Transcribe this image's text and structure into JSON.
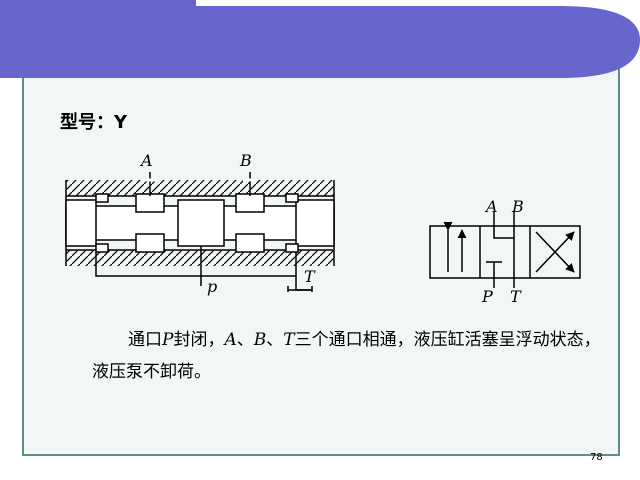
{
  "heading": "型号：Y",
  "valve_labels": {
    "a": "A",
    "b": "B",
    "p": "p",
    "t": "T"
  },
  "symbol_labels": {
    "a": "A",
    "b": "B",
    "p": "P",
    "t": "T"
  },
  "caption": {
    "part1": "通口",
    "p": "P",
    "part2": "封闭，",
    "a": "A",
    "sep1": "、",
    "b": "B",
    "sep2": "、",
    "t": "T",
    "part3": "三个通口相通，液压缸活塞呈浮动状态，液压泵不卸荷。"
  },
  "page_number": "78",
  "colors": {
    "banner": "#6666cc",
    "frame": "#5f8e8a",
    "panel": "#f2f6f6"
  }
}
